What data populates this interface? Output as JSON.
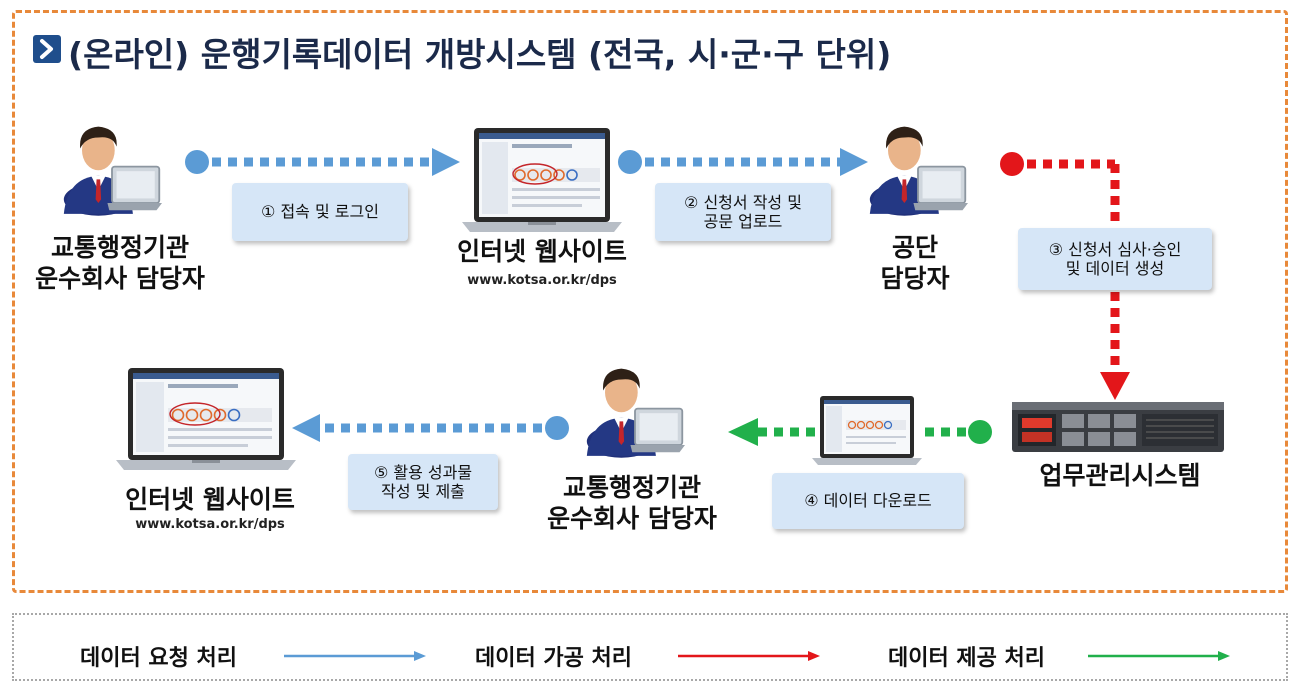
{
  "title": "(온라인) 운행기록데이터 개방시스템 (전국, 시·군·구 단위)",
  "nodes": {
    "agency_user_top": {
      "line1": "교통행정기관",
      "line2": "운수회사 담당자"
    },
    "website_top": {
      "label": "인터넷 웹사이트",
      "url": "www.kotsa.or.kr/dps"
    },
    "corp_staff": {
      "line1": "공단",
      "line2": "담당자"
    },
    "business_system": {
      "label": "업무관리시스템"
    },
    "agency_user_bottom": {
      "line1": "교통행정기관",
      "line2": "운수회사 담당자"
    },
    "website_bottom": {
      "label": "인터넷 웹사이트",
      "url": "www.kotsa.or.kr/dps"
    }
  },
  "steps": {
    "s1": {
      "line1": "① 접속 및 로그인"
    },
    "s2": {
      "line1": "② 신청서 작성 및",
      "line2": "공문 업로드"
    },
    "s3": {
      "line1": "③ 신청서 심사·승인",
      "line2": "및 데이터 생성"
    },
    "s4": {
      "line1": "④ 데이터 다운로드"
    },
    "s5": {
      "line1": "⑤ 활용 성과물",
      "line2": "작성 및 제출"
    }
  },
  "legend": {
    "request": "데이터 요청 처리",
    "processing": "데이터 가공 처리",
    "provision": "데이터 제공 처리"
  },
  "colors": {
    "request": "#5b9bd5",
    "processing": "#e3161a",
    "provision": "#21b04b",
    "frame": "#e8893a"
  }
}
